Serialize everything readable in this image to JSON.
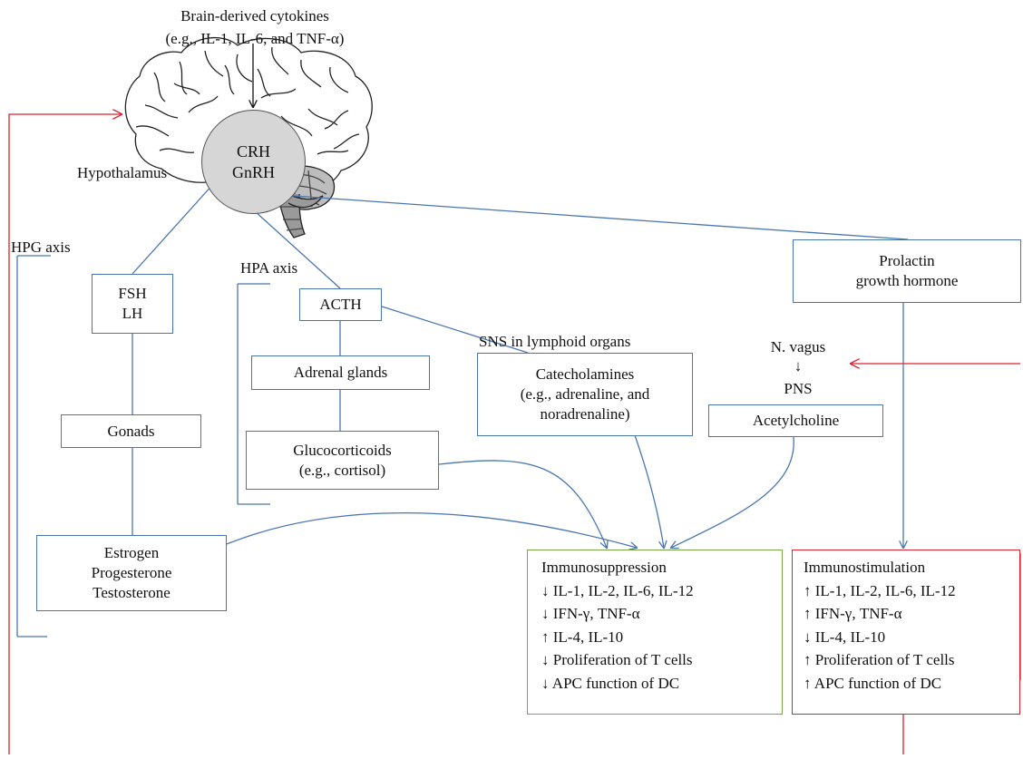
{
  "brain": {
    "title_line1": "Brain-derived cytokines",
    "title_line2": "(e.g., IL-1, IL-6, and TNF-α)",
    "hypothalamus_label": "Hypothalamus",
    "hormone1": "CRH",
    "hormone2": "GnRH"
  },
  "hpg": {
    "label": "HPG axis",
    "pituitary_line1": "FSH",
    "pituitary_line2": "LH",
    "gonads": "Gonads",
    "steroids": [
      "Estrogen",
      "Progesterone",
      "Testosterone"
    ]
  },
  "hpa": {
    "label": "HPA axis",
    "acth": "ACTH",
    "adrenal": "Adrenal glands",
    "gc_line1": "Glucocorticoids",
    "gc_line2": "(e.g., cortisol)"
  },
  "sns": {
    "label": "SNS in lymphoid organs",
    "line1": "Catecholamines",
    "line2": "(e.g., adrenaline, and",
    "line3": "noradrenaline)"
  },
  "pns": {
    "vagus": "N. vagus",
    "down_arrow": "↓",
    "label": "PNS",
    "acetylcholine": "Acetylcholine"
  },
  "prolactin": {
    "line1": "Prolactin",
    "line2": "growth hormone"
  },
  "immunosuppression": {
    "title": "Immunosuppression",
    "items": [
      "↓ IL-1, IL-2, IL-6, IL-12",
      "↓ IFN-γ, TNF-α",
      "↑ IL-4, IL-10",
      "↓ Proliferation of T cells",
      "↓ APC function of DC"
    ]
  },
  "immunostimulation": {
    "title": "Immunostimulation",
    "items": [
      "↑ IL-1, IL-2, IL-6, IL-12",
      "↑ IFN-γ, TNF-α",
      "↓ IL-4, IL-10",
      "↑ Proliferation of T cells",
      "↑ APC function of DC"
    ]
  },
  "colors": {
    "connector": "#4a76b0",
    "suppression_border": "#77a845",
    "stimulation_border": "#d9232e",
    "feedback": "#d9232e"
  }
}
